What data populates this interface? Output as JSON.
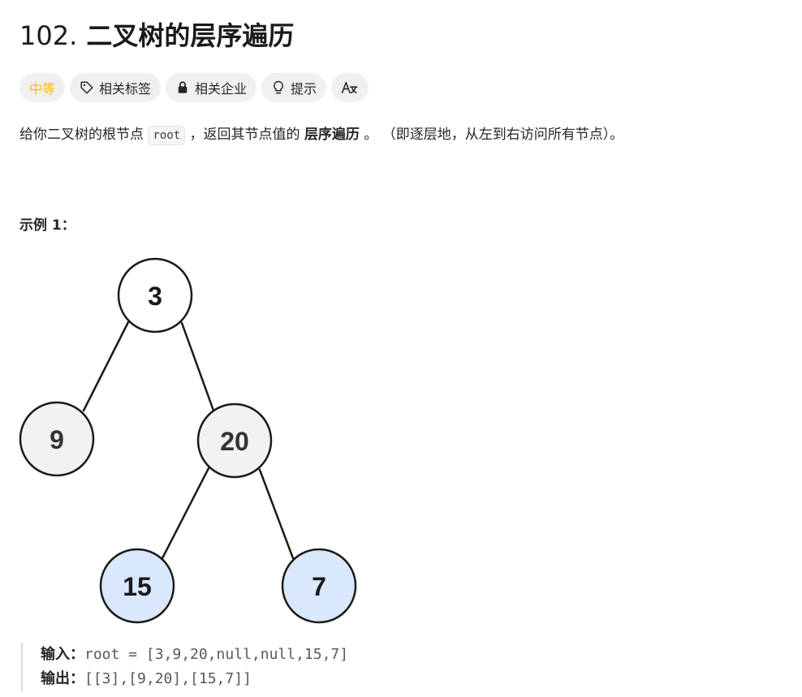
{
  "problem": {
    "number": "102.",
    "title": "二叉树的层序遍历"
  },
  "tags": {
    "difficulty": "中等",
    "related_topics": "相关标签",
    "related_companies": "相关企业",
    "hints": "提示"
  },
  "description": {
    "part1": "给你二叉树的根节点 ",
    "code": "root",
    "part2": " ，返回其节点值的 ",
    "bold": "层序遍历",
    "part3": " 。 （即逐层地，从左到右访问所有节点）。"
  },
  "example": {
    "title": "示例 1：",
    "input_label": "输入：",
    "input_value": "root = [3,9,20,null,null,15,7]",
    "output_label": "输出：",
    "output_value": "[[3],[9,20],[15,7]]"
  },
  "tree": {
    "nodes": [
      {
        "value": "3"
      },
      {
        "value": "9"
      },
      {
        "value": "20"
      },
      {
        "value": "15"
      },
      {
        "value": "7"
      }
    ]
  },
  "colors": {
    "difficulty_medium": "#ffb800",
    "tag_bg": "#f0f0f0",
    "node_root_fill": "#ffffff",
    "node_gray_fill": "#f2f2f2",
    "node_blue_fill": "#dae8fc",
    "node_stroke": "#1a1a1a"
  },
  "icons": {
    "tag": "tag-icon",
    "lock": "lock-icon",
    "lightbulb": "lightbulb-icon",
    "translate": "translate-icon"
  }
}
